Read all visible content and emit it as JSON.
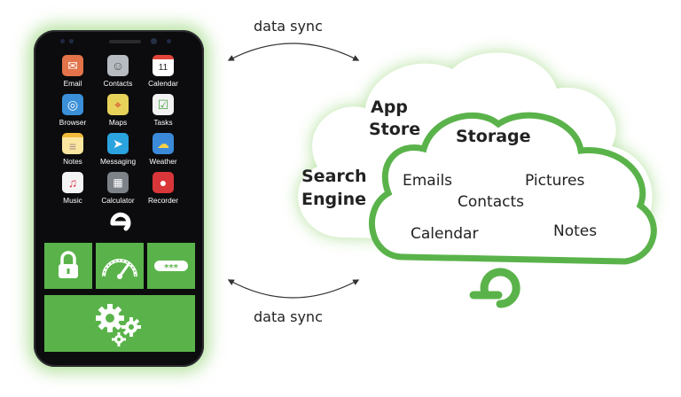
{
  "labels": {
    "sync_top": "data sync",
    "sync_bottom": "data sync"
  },
  "phone": {
    "apps": [
      {
        "label": "Email",
        "icon": "email-icon"
      },
      {
        "label": "Contacts",
        "icon": "contacts-icon"
      },
      {
        "label": "Calendar",
        "icon": "calendar-icon",
        "badge": "11"
      },
      {
        "label": "Browser",
        "icon": "browser-icon"
      },
      {
        "label": "Maps",
        "icon": "maps-icon"
      },
      {
        "label": "Tasks",
        "icon": "tasks-icon"
      },
      {
        "label": "Notes",
        "icon": "notes-icon"
      },
      {
        "label": "Messaging",
        "icon": "messaging-icon"
      },
      {
        "label": "Weather",
        "icon": "weather-icon"
      },
      {
        "label": "Music",
        "icon": "music-icon"
      },
      {
        "label": "Calculator",
        "icon": "calculator-icon"
      },
      {
        "label": "Recorder",
        "icon": "recorder-icon"
      }
    ],
    "tiles": [
      {
        "icon": "lock-icon"
      },
      {
        "icon": "speedometer-icon"
      },
      {
        "icon": "password-icon",
        "text": "***"
      },
      {
        "icon": "gears-icon"
      }
    ]
  },
  "cloud": {
    "outer": {
      "app_store_line1": "App",
      "app_store_line2": "Store",
      "search_engine_line1": "Search",
      "search_engine_line2": "Engine"
    },
    "inner": {
      "title": "Storage",
      "items": [
        "Emails",
        "Pictures",
        "Contacts",
        "Calendar",
        "Notes"
      ]
    }
  },
  "colors": {
    "accent": "#5ab34a",
    "cloud_outline": "#5ab34a",
    "glow": "#9bd77f",
    "text": "#222222"
  }
}
